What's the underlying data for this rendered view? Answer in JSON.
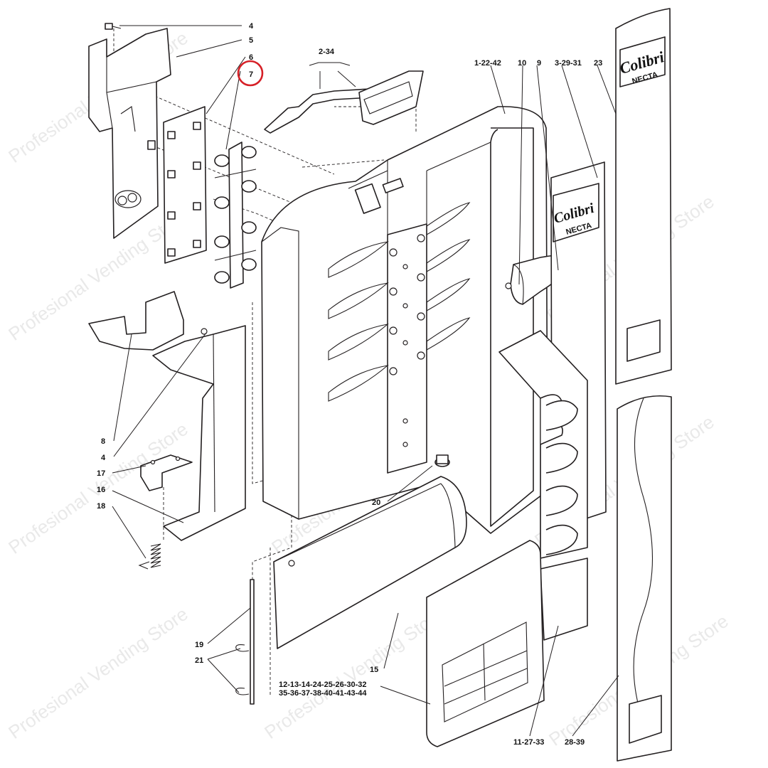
{
  "watermark": "Profesional Vending Store",
  "brand": {
    "name": "Colibri",
    "maker": "NECTA"
  },
  "highlight": {
    "label": "7",
    "color": "#d62027"
  },
  "callouts": {
    "c4_top": "4",
    "c5": "5",
    "c6": "6",
    "c7": "7",
    "c2_34": "2-34",
    "c1_22_42": "1-22-42",
    "c10": "10",
    "c9": "9",
    "c3_29_31": "3-29-31",
    "c23": "23",
    "c8": "8",
    "c4_mid": "4",
    "c17": "17",
    "c16": "16",
    "c18": "18",
    "c20": "20",
    "c19": "19",
    "c21": "21",
    "c15": "15",
    "c12_line1": "12-13-14-24-25-26-30-32",
    "c12_line2": "35-36-37-38-40-41-43-44",
    "c11_27_33": "11-27-33",
    "c28_39": "28-39"
  }
}
